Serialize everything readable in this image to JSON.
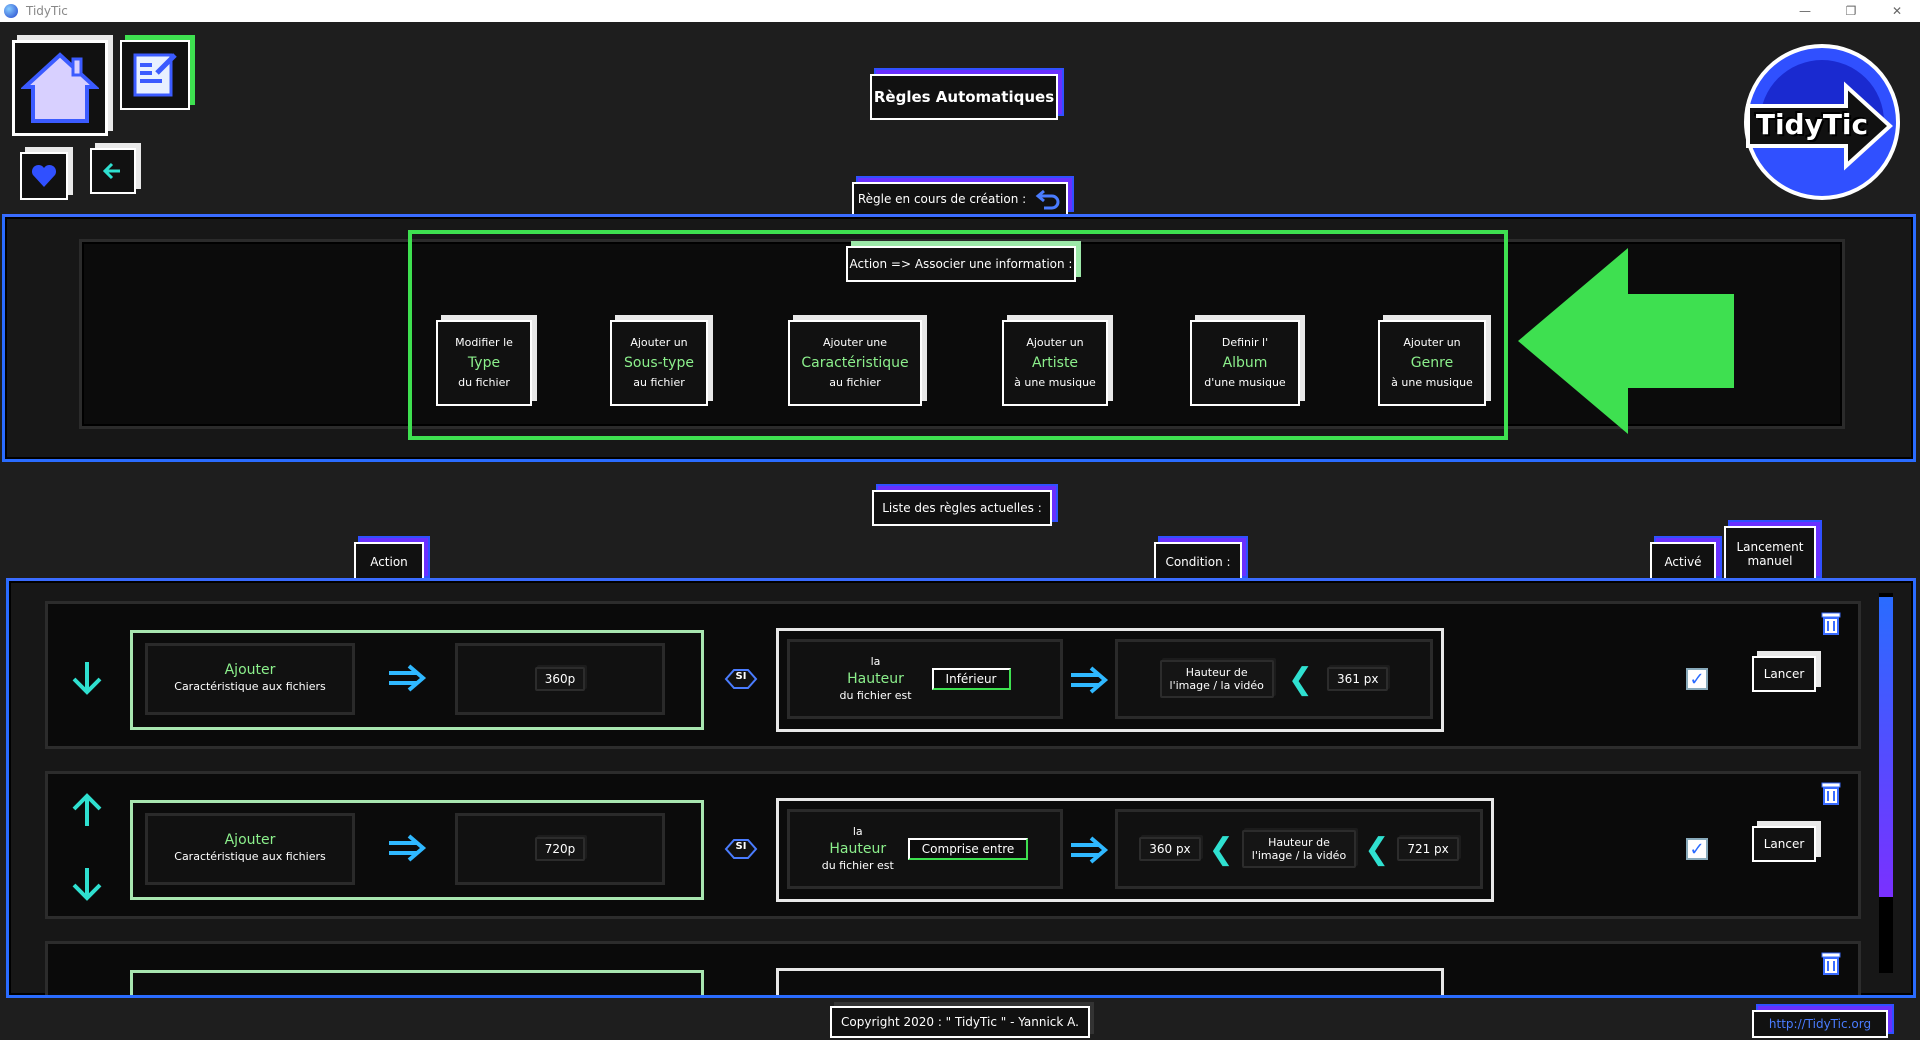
{
  "window": {
    "title": "TidyTic",
    "minimize": "—",
    "maximize": "❐",
    "close": "✕"
  },
  "header": {
    "title": "Règles Automatiques",
    "logo_text": "TidyTic"
  },
  "creation": {
    "label": "Règle en cours de création :",
    "action_label": "Action => Associer une information :",
    "actions": [
      {
        "line1": "Modifier le",
        "key": "Type",
        "line3": "du fichier"
      },
      {
        "line1": "Ajouter un",
        "key": "Sous-type",
        "line3": "au fichier"
      },
      {
        "line1": "Ajouter une",
        "key": "Caractéristique",
        "line3": "au fichier"
      },
      {
        "line1": "Ajouter un",
        "key": "Artiste",
        "line3": "à une musique"
      },
      {
        "line1": "Definir l'",
        "key": "Album",
        "line3": "d'une musique"
      },
      {
        "line1": "Ajouter un",
        "key": "Genre",
        "line3": "à une musique"
      }
    ]
  },
  "list": {
    "label": "Liste des règles actuelles :",
    "col_action": "Action",
    "col_condition": "Condition :",
    "col_active": "Activé",
    "col_manual_1": "Lancement",
    "col_manual_2": "manuel",
    "rules": [
      {
        "action_verb": "Ajouter",
        "action_desc": "Caractéristique aux fichiers",
        "value": "360p",
        "si": "SI",
        "cond_la": "la",
        "cond_prop": "Hauteur",
        "cond_tail": "du fichier est",
        "operator": "Inférieur",
        "target_1": "Hauteur de",
        "target_2": "l'image / la vidéo",
        "bound": "361 px",
        "launch": "Lancer"
      },
      {
        "action_verb": "Ajouter",
        "action_desc": "Caractéristique aux fichiers",
        "value": "720p",
        "si": "SI",
        "cond_la": "la",
        "cond_prop": "Hauteur",
        "cond_tail": "du fichier est",
        "operator": "Comprise entre",
        "low": "360 px",
        "target_1": "Hauteur de",
        "target_2": "l'image / la vidéo",
        "bound": "721 px",
        "launch": "Lancer"
      }
    ]
  },
  "footer": {
    "copyright": "Copyright 2020 : \" TidyTic \" - Yannick A.",
    "link": "http://TidyTic.org"
  }
}
